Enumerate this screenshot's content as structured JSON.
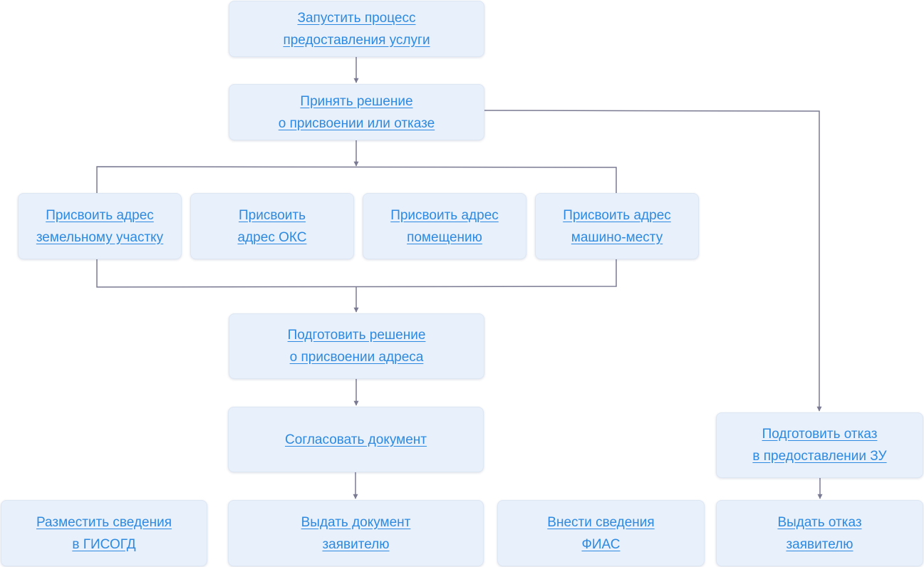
{
  "nodes": {
    "start": "Запустить процесс\nпредоставления услуги",
    "decision": "Принять решение\nо присвоении или отказе",
    "land": "Присвоить адрес\nземельному участку",
    "oks": "Присвоить\nадрес ОКС",
    "premises": "Присвоить адрес\nпомещению",
    "parking": "Присвоить адрес\nмашино-месту",
    "prepare": "Подготовить решение\nо присвоении адреса",
    "approve": "Согласовать документ",
    "gisogd": "Разместить сведения\nв ГИСОГД",
    "issue": "Выдать документ\nзаявителю",
    "fias": "Внести сведения\nФИАС",
    "refuse": "Подготовить отказ\nв предоставлении ЗУ",
    "issue_refusal": "Выдать отказ\nзаявителю"
  },
  "colors": {
    "node_fill": "#e8f0fb",
    "link_text": "#2d8ae0",
    "connector": "#7a7a93"
  }
}
